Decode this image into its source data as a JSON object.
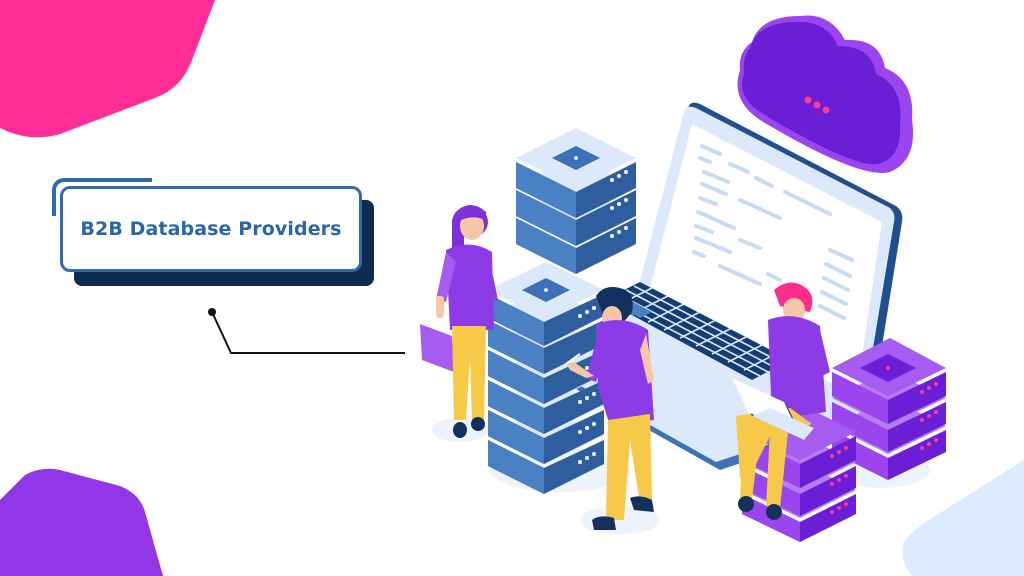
{
  "title_card": {
    "title": "B2B Database Providers"
  },
  "colors": {
    "background": "#ffffff",
    "pink_blob": "#ff2d95",
    "purple_blob": "#9137e8",
    "light_blue_blob": "#dcebfd",
    "title_text": "#2966a8",
    "title_border": "#2e6aad",
    "title_shadow": "#0f2a4f",
    "server_blue": "#3d72b8",
    "server_light": "#dbe9fa",
    "server_purple": "#8a2be2",
    "cloud_purple": "#6a1fd6",
    "skin": "#f6c6a8",
    "pants": "#f7c948",
    "shirt": "#8d3be6",
    "hair_pink": "#ff2d8a",
    "hair_navy": "#14305e",
    "keyboard": "#163d73"
  },
  "illustration": {
    "elements": [
      "cloud-icon",
      "laptop-icon",
      "server-stack-top-icon",
      "server-stack-tall-icon",
      "server-stack-purple-icon",
      "person-woman-with-folder",
      "person-man-at-server",
      "person-sitting-with-laptop"
    ]
  }
}
